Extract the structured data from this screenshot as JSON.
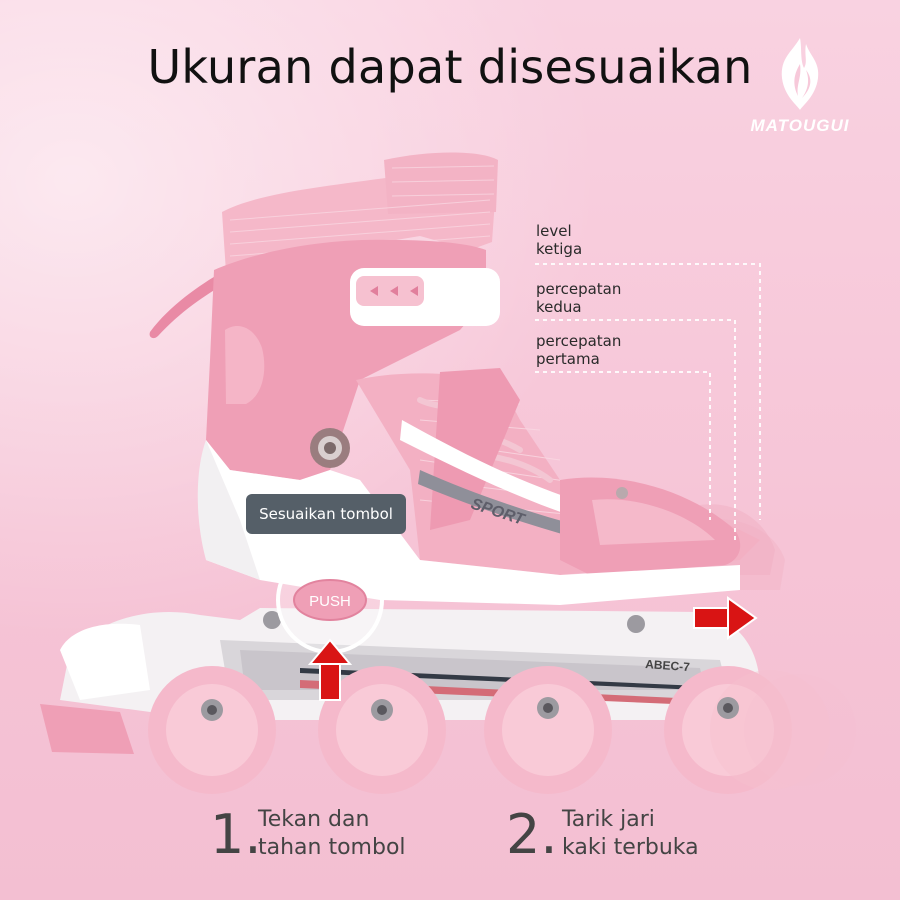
{
  "title": "Ukuran dapat disesuaikan",
  "brand": {
    "name": "MATOUGUI",
    "logo_icon": "flame-logo-icon"
  },
  "speed_levels": [
    {
      "line1": "level",
      "line2": "ketiga"
    },
    {
      "line1": "percepatan",
      "line2": "kedua"
    },
    {
      "line1": "percepatan",
      "line2": "pertama"
    }
  ],
  "callout": "Sesuaikan tombol",
  "button_text": "PUSH",
  "boot_brand": "SPORT",
  "frame_text": "ABEC-7",
  "steps": [
    {
      "number": "1.",
      "line1": "Tekan dan",
      "line2": "tahan tombol"
    },
    {
      "number": "2.",
      "line1": "Tarik jari",
      "line2": "kaki terbuka"
    }
  ],
  "colors": {
    "background": "#f7c9da",
    "skate_pink": "#ef9fb6",
    "arrow_red": "#d91414",
    "text_dark": "#111111"
  }
}
